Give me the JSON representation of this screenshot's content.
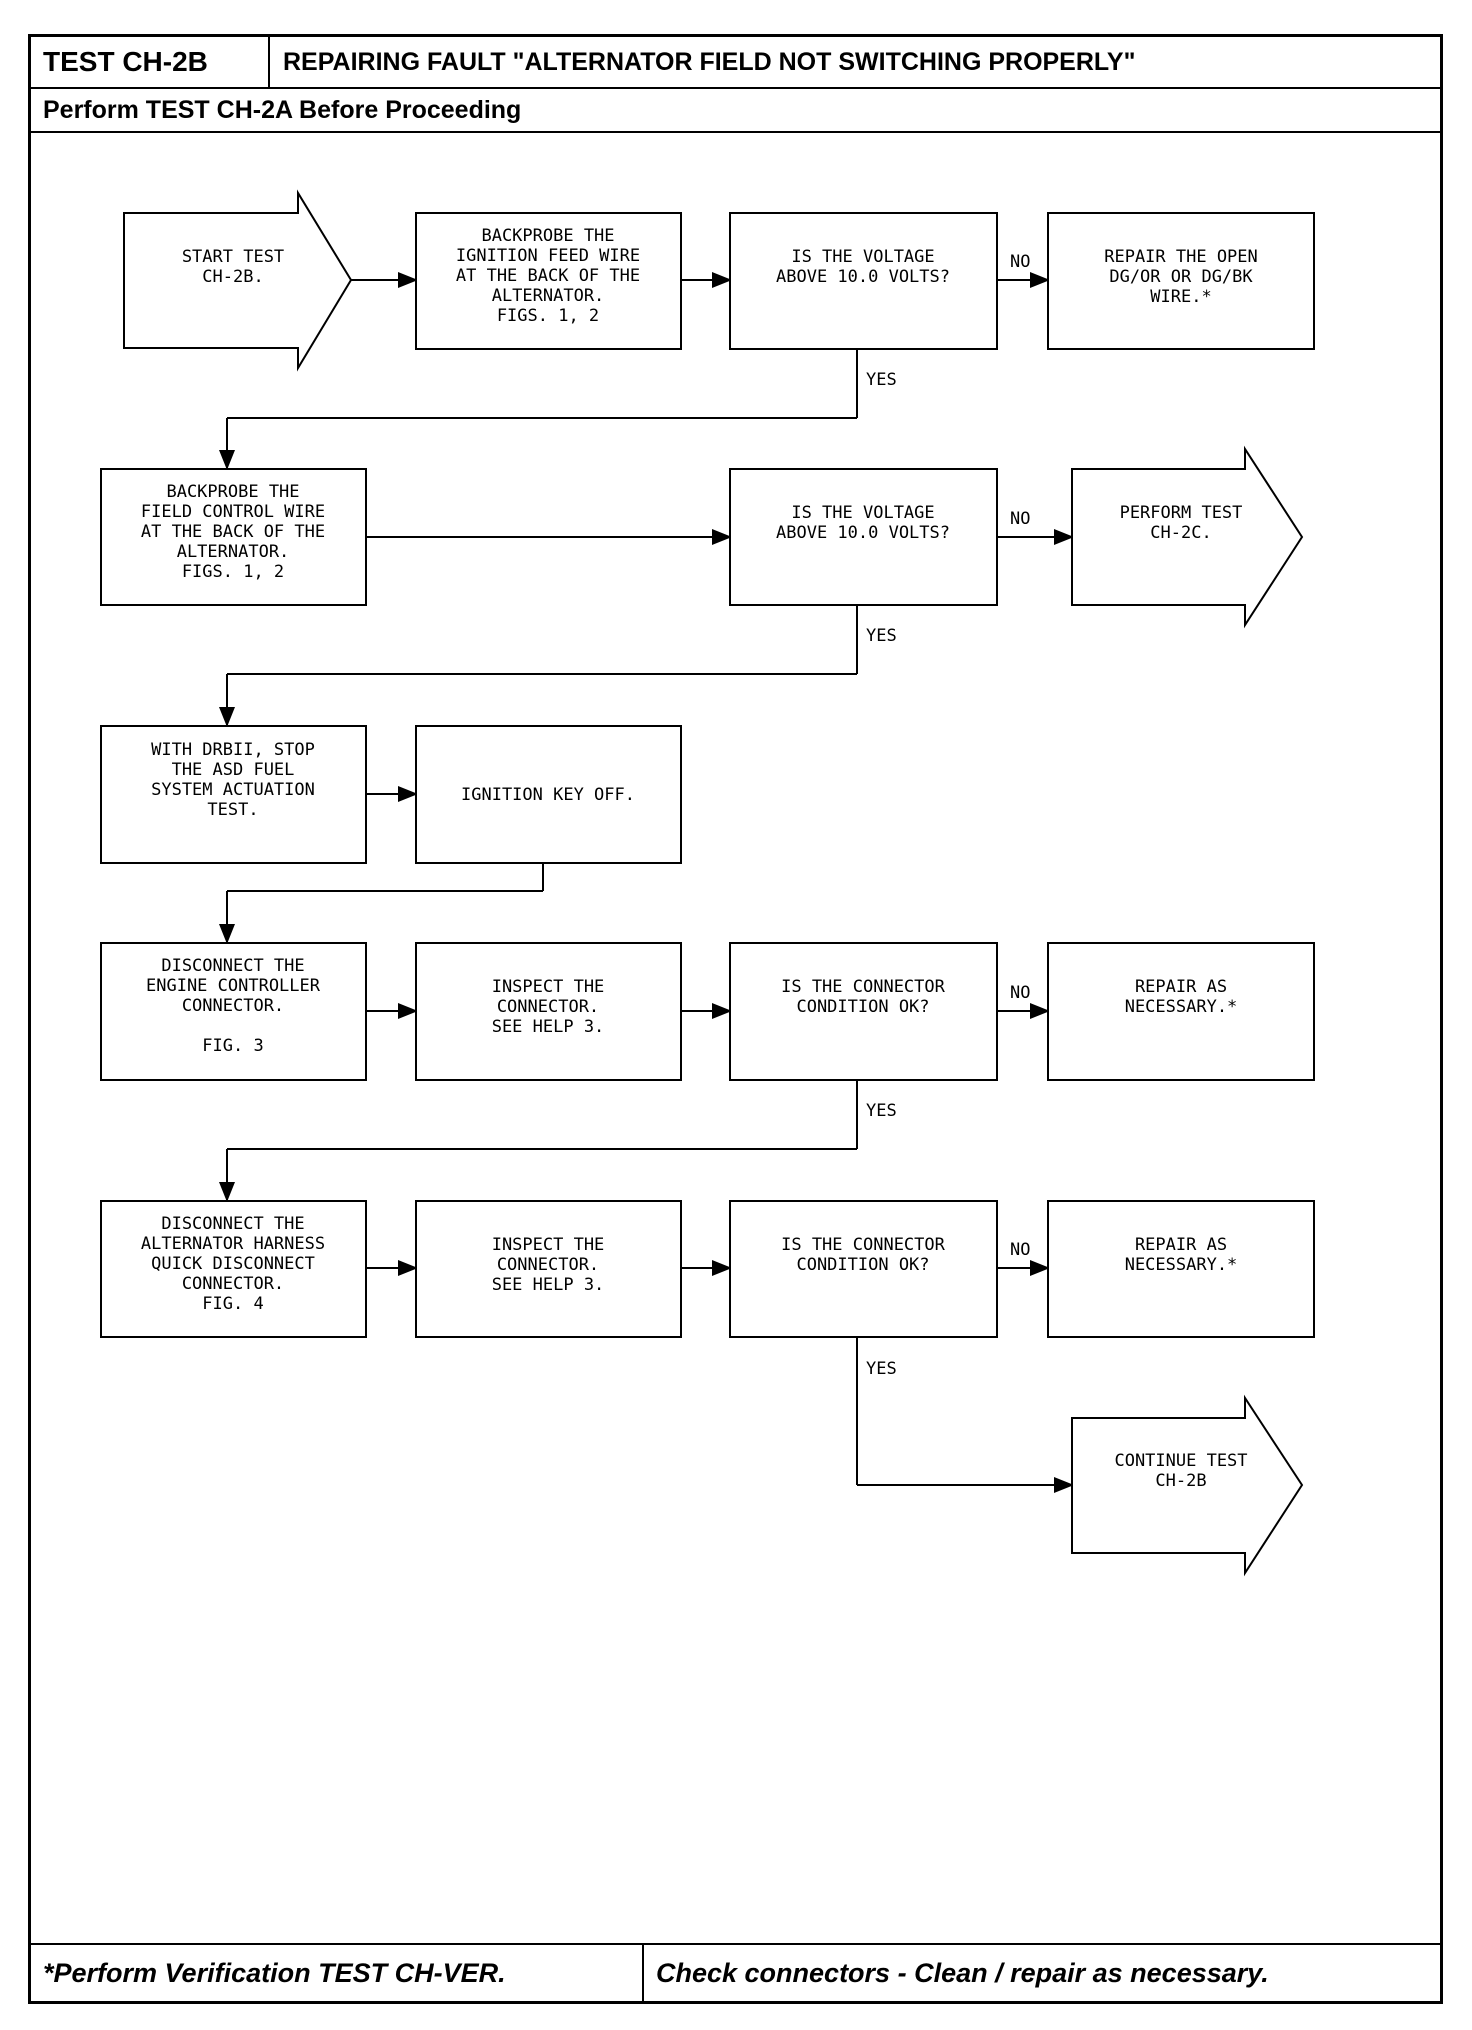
{
  "header": {
    "test_id": "TEST CH-2B",
    "title": "REPAIRING FAULT \"ALTERNATOR FIELD NOT SWITCHING PROPERLY\"",
    "prerequisite": "Perform TEST CH-2A Before Proceeding"
  },
  "footer": {
    "verification_note": "*Perform Verification TEST CH-VER.",
    "connector_note": "Check connectors - Clean / repair as necessary."
  },
  "flowchart": {
    "start": [
      "START TEST",
      "CH-2B."
    ],
    "backprobe_ignition": [
      "BACKPROBE THE",
      "IGNITION FEED WIRE",
      "AT THE BACK OF THE",
      "ALTERNATOR.",
      "FIGS. 1, 2"
    ],
    "q_voltage_1": [
      "IS THE VOLTAGE",
      "ABOVE 10.0 VOLTS?"
    ],
    "repair_open_wire": [
      "REPAIR THE OPEN",
      "DG/OR OR DG/BK",
      "WIRE.*"
    ],
    "backprobe_field": [
      "BACKPROBE THE",
      "FIELD CONTROL WIRE",
      "AT THE BACK OF THE",
      "ALTERNATOR.",
      "FIGS. 1, 2"
    ],
    "q_voltage_2": [
      "IS THE VOLTAGE",
      "ABOVE 10.0 VOLTS?"
    ],
    "perform_ch2c": [
      "PERFORM TEST",
      "CH-2C."
    ],
    "stop_asd": [
      "WITH DRBII, STOP",
      "THE ASD FUEL",
      "SYSTEM ACTUATION",
      "TEST."
    ],
    "ignition_off": [
      "IGNITION KEY OFF."
    ],
    "disconnect_ecm": [
      "DISCONNECT THE",
      "ENGINE CONTROLLER",
      "CONNECTOR.",
      "",
      "FIG. 3"
    ],
    "inspect_1": [
      "INSPECT THE",
      "CONNECTOR.",
      "SEE HELP 3."
    ],
    "q_connector_1": [
      "IS THE CONNECTOR",
      "CONDITION OK?"
    ],
    "repair_1": [
      "REPAIR AS",
      "NECESSARY.*"
    ],
    "disconnect_harness": [
      "DISCONNECT THE",
      "ALTERNATOR HARNESS",
      "QUICK DISCONNECT",
      "CONNECTOR.",
      "FIG. 4"
    ],
    "inspect_2": [
      "INSPECT THE",
      "CONNECTOR.",
      "SEE HELP 3."
    ],
    "q_connector_2": [
      "IS THE CONNECTOR",
      "CONDITION OK?"
    ],
    "repair_2": [
      "REPAIR AS",
      "NECESSARY.*"
    ],
    "continue": [
      "CONTINUE TEST",
      "CH-2B"
    ],
    "labels": {
      "yes": "YES",
      "no": "NO"
    }
  }
}
